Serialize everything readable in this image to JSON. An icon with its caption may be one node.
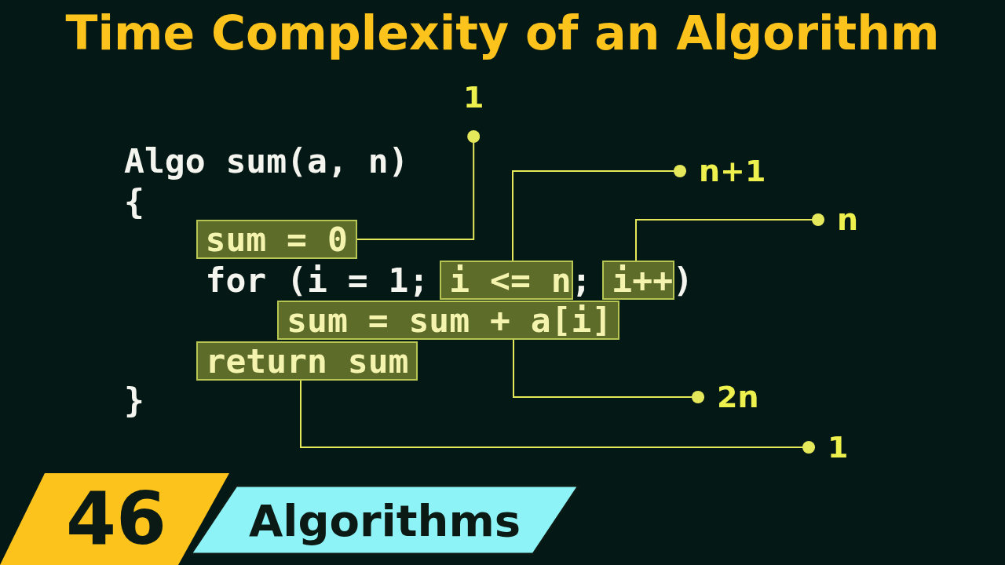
{
  "diagram": {
    "title": "Time Complexity of an Algorithm",
    "nodes": [
      {
        "text": [
          "1"
        ]
      },
      {
        "text": [
          "n+1"
        ]
      },
      {
        "text": [
          "n"
        ]
      },
      {
        "text": [
          "sum = 0"
        ]
      },
      {
        "text": [
          "i <= n"
        ]
      },
      {
        "text": [
          "i++"
        ]
      },
      {
        "text": [
          "sum = sum + a[i]"
        ]
      },
      {
        "text": [
          "return sum"
        ]
      },
      {
        "text": [
          "2n"
        ]
      },
      {
        "text": [
          "1"
        ]
      },
      {
        "text": [
          "46"
        ]
      },
      {
        "text": [
          "Algorithms"
        ]
      }
    ],
    "edges": [
      {
        "from": 3,
        "to": 0,
        "arrow": "other"
      },
      {
        "from": 4,
        "to": 1,
        "arrow": "other"
      },
      {
        "from": 5,
        "to": 2,
        "arrow": "other"
      },
      {
        "from": 6,
        "to": 8,
        "arrow": "other"
      },
      {
        "from": 7,
        "to": 9,
        "arrow": "other"
      }
    ],
    "labels": [
      "Algo sum(a, n)",
      "{",
      "for (i = 1;",
      ";",
      ")",
      "}"
    ]
  }
}
